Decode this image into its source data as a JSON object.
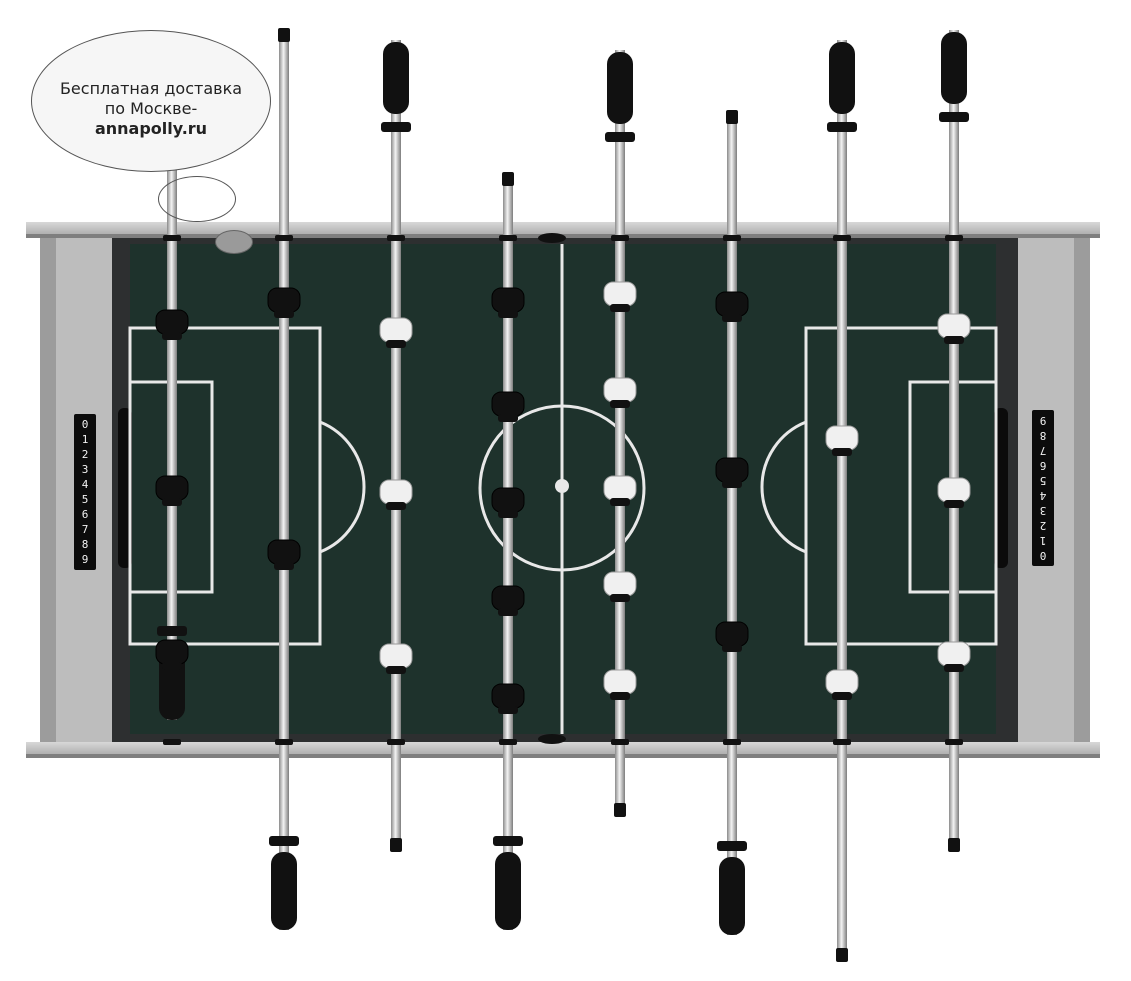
{
  "promo": {
    "line1": "Бесплатная доставка",
    "line2": "по Москве-",
    "site": "annapolly.ru"
  },
  "score_left": [
    "0",
    "1",
    "2",
    "3",
    "4",
    "5",
    "6",
    "7",
    "8",
    "9"
  ],
  "score_right": [
    "0",
    "1",
    "2",
    "3",
    "4",
    "5",
    "6",
    "7",
    "8",
    "9"
  ],
  "colors": {
    "field": "#1e322c",
    "frame": "#c3c3c3",
    "lines": "#e8e8e8",
    "rod": "#b8b8b8",
    "player_dark": "#111111",
    "player_light": "#f0f0f0"
  }
}
